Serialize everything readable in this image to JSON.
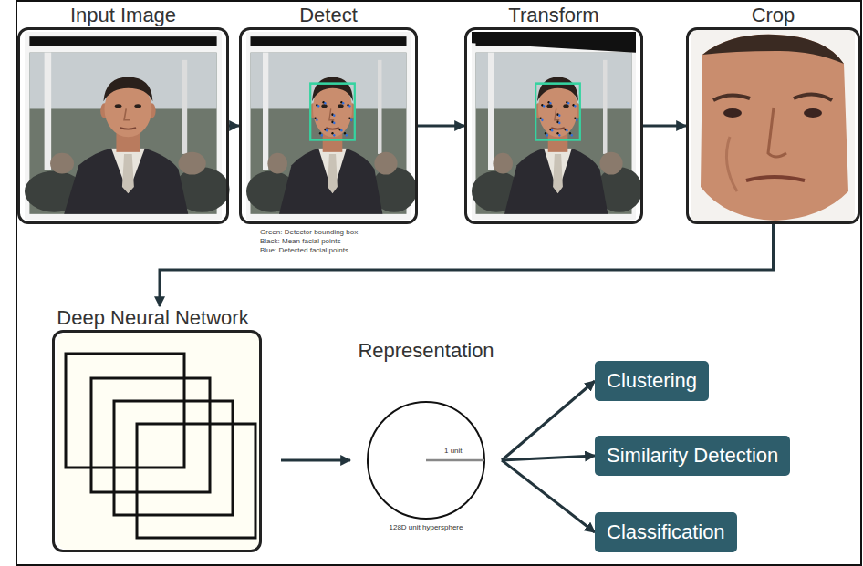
{
  "diagram": {
    "nodes": [
      {
        "text": [
          "Input Image"
        ]
      },
      {
        "text": [
          "Detect"
        ]
      },
      {
        "text": [
          "Transform"
        ]
      },
      {
        "text": [
          "Crop"
        ]
      },
      {
        "text": [
          "Deep Neural Network"
        ]
      },
      {
        "text": [
          "Representation",
          "1 unit",
          "128D unit hypersphere"
        ]
      },
      {
        "text": [
          "Clustering"
        ]
      },
      {
        "text": [
          "Similarity Detection"
        ]
      },
      {
        "text": [
          "Classification"
        ]
      }
    ],
    "edges": [
      {
        "from": 0,
        "to": 1,
        "arrow": "to"
      },
      {
        "from": 1,
        "to": 2,
        "arrow": "to"
      },
      {
        "from": 2,
        "to": 3,
        "arrow": "to"
      },
      {
        "from": 3,
        "to": 4,
        "arrow": "to"
      },
      {
        "from": 4,
        "to": 5,
        "arrow": "to"
      },
      {
        "from": 5,
        "to": 6,
        "arrow": "to"
      },
      {
        "from": 5,
        "to": 7,
        "arrow": "to"
      },
      {
        "from": 5,
        "to": 8,
        "arrow": "to"
      }
    ],
    "labels": [
      "Green: Detector bounding box",
      "Black: Mean facial points",
      "Blue: Detected facial points"
    ]
  }
}
